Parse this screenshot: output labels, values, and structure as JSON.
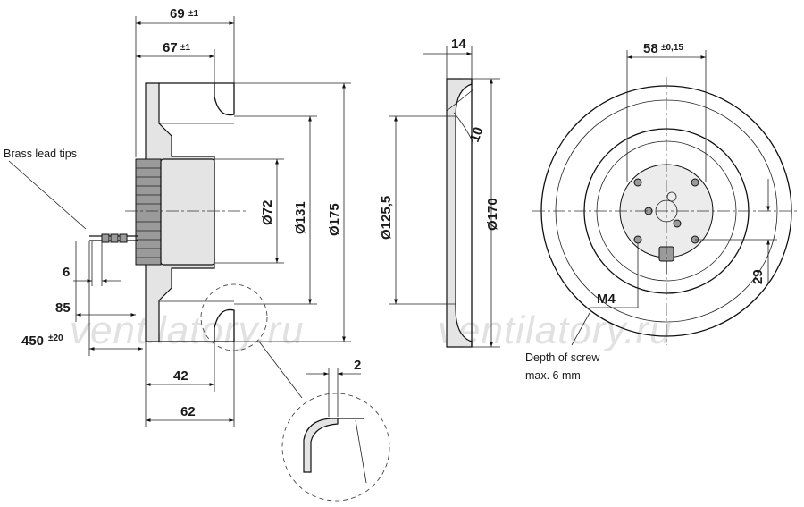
{
  "watermark": "ventilatory.ru",
  "side_view": {
    "dim_overall_width": "69",
    "dim_overall_width_tol": "±1",
    "dim_impeller_width": "67",
    "dim_impeller_width_tol": "±1",
    "dim_motor_dia": "Ø72",
    "dim_mid_dia": "Ø131",
    "dim_outer_dia": "Ø175",
    "dim_lead_spacing": "6",
    "dim_lead_strip": "85",
    "dim_lead_length": "450",
    "dim_lead_length_tol": "±20",
    "dim_42": "42",
    "dim_62": "62",
    "label_brass_lead_tips": "Brass lead tips"
  },
  "section_view": {
    "dim_thickness": "14",
    "dim_angle": "10",
    "dim_inlet_dia": "Ø125,5",
    "dim_outer_dia": "Ø170"
  },
  "detail_view": {
    "dim_gap": "2"
  },
  "front_view": {
    "dim_bolt_spacing": "58",
    "dim_bolt_spacing_tol": "±0,15",
    "dim_offset": "29",
    "label_thread": "M4",
    "note_line1": "Depth of screw",
    "note_line2": "max. 6 mm"
  }
}
